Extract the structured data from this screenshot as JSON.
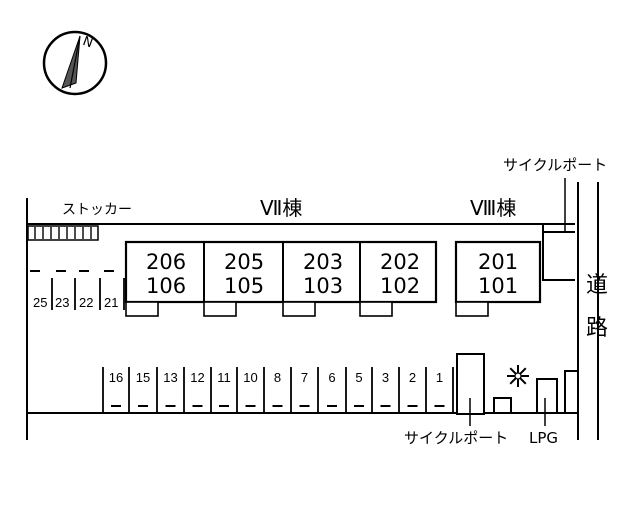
{
  "compass": {
    "north_label": "N"
  },
  "buildings": {
    "vii": {
      "label": "Ⅶ棟"
    },
    "viii": {
      "label": "Ⅷ棟"
    }
  },
  "units": [
    {
      "upper": "206",
      "lower": "106"
    },
    {
      "upper": "205",
      "lower": "105"
    },
    {
      "upper": "203",
      "lower": "103"
    },
    {
      "upper": "202",
      "lower": "102"
    },
    {
      "upper": "201",
      "lower": "101"
    }
  ],
  "labels": {
    "stocker": "ストッカー",
    "cycle_port_top": "サイクルポート",
    "cycle_port_bottom": "サイクルポート",
    "lpg": "LPG",
    "road_char1": "道",
    "road_char2": "路"
  },
  "parking_left": [
    "25",
    "23",
    "22",
    "21"
  ],
  "parking_bottom": [
    "16",
    "15",
    "13",
    "12",
    "11",
    "10",
    "8",
    "7",
    "6",
    "5",
    "3",
    "2",
    "1"
  ]
}
